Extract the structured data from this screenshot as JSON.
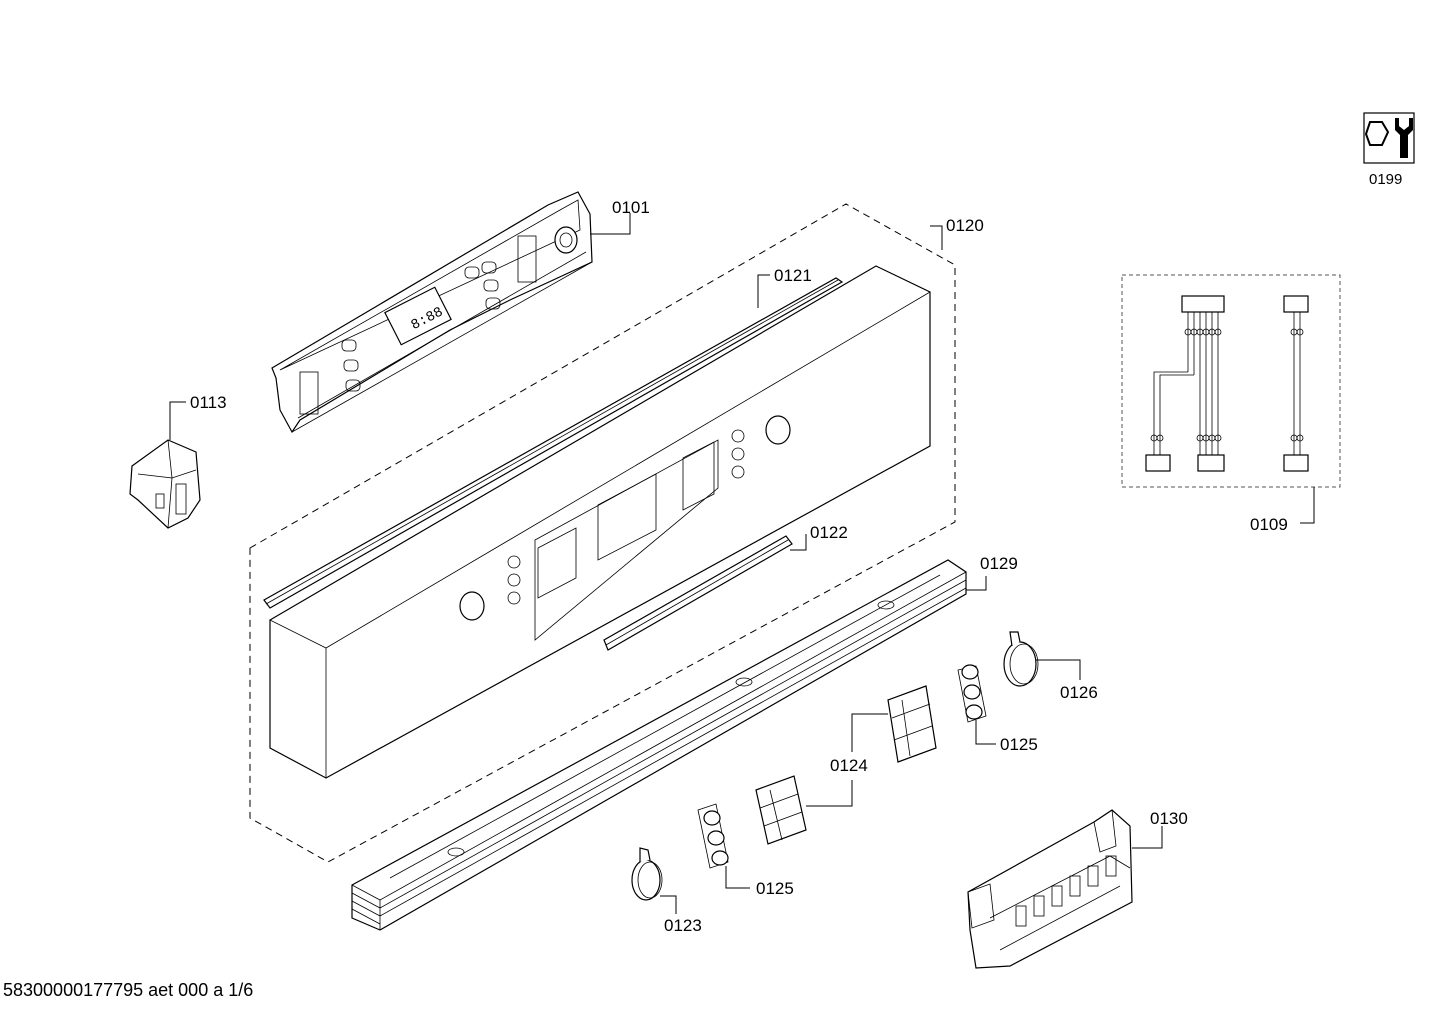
{
  "diagram": {
    "callouts": {
      "c0101": "0101",
      "c0109": "0109",
      "c0113": "0113",
      "c0120": "0120",
      "c0121": "0121",
      "c0122": "0122",
      "c0123": "0123",
      "c0124": "0124",
      "c0125a": "0125",
      "c0125b": "0125",
      "c0126": "0126",
      "c0129": "0129",
      "c0130": "0130",
      "c0199": "0199"
    },
    "panel_display": "8:88",
    "service_icon": "wrench-nut-icon"
  },
  "footer": {
    "doc_id": "58300000177795 aet 000 a 1/6"
  }
}
